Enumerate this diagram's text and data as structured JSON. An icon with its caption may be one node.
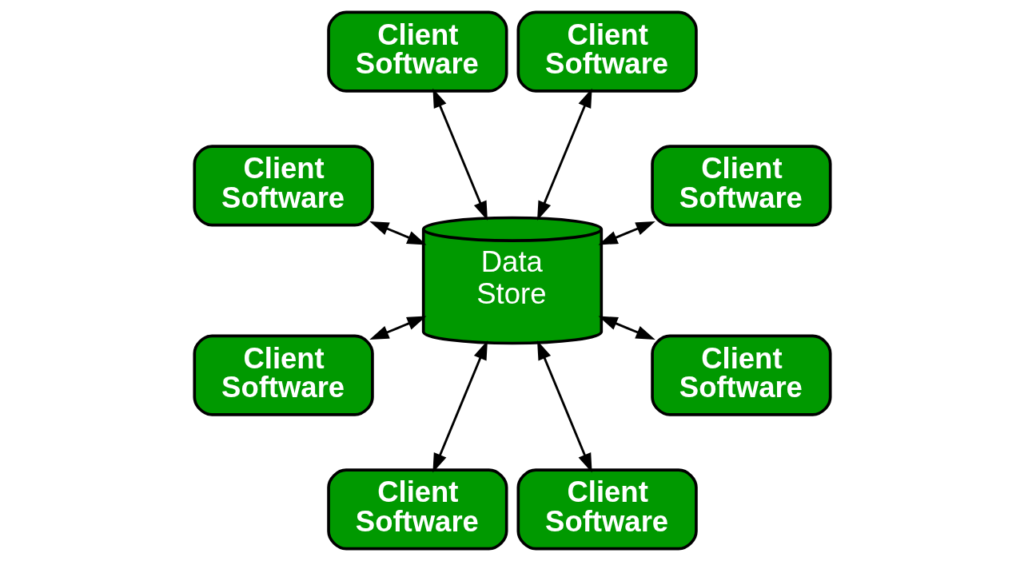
{
  "diagram": {
    "nodes": [
      {
        "text": [
          "Data Store"
        ]
      },
      {
        "text": [
          "Client Software"
        ]
      },
      {
        "text": [
          "Client Software"
        ]
      },
      {
        "text": [
          "Client Software"
        ]
      },
      {
        "text": [
          "Client Software"
        ]
      },
      {
        "text": [
          "Client Software"
        ]
      },
      {
        "text": [
          "Client Software"
        ]
      },
      {
        "text": [
          "Client Software"
        ]
      },
      {
        "text": [
          "Client Software"
        ]
      }
    ],
    "edges": [
      {
        "from": 0,
        "to": 1,
        "arrow": "both"
      },
      {
        "from": 0,
        "to": 2,
        "arrow": "both"
      },
      {
        "from": 0,
        "to": 3,
        "arrow": "both"
      },
      {
        "from": 0,
        "to": 4,
        "arrow": "both"
      },
      {
        "from": 0,
        "to": 5,
        "arrow": "both"
      },
      {
        "from": 0,
        "to": 6,
        "arrow": "both"
      },
      {
        "from": 0,
        "to": 7,
        "arrow": "both"
      },
      {
        "from": 0,
        "to": 8,
        "arrow": "both"
      }
    ]
  }
}
